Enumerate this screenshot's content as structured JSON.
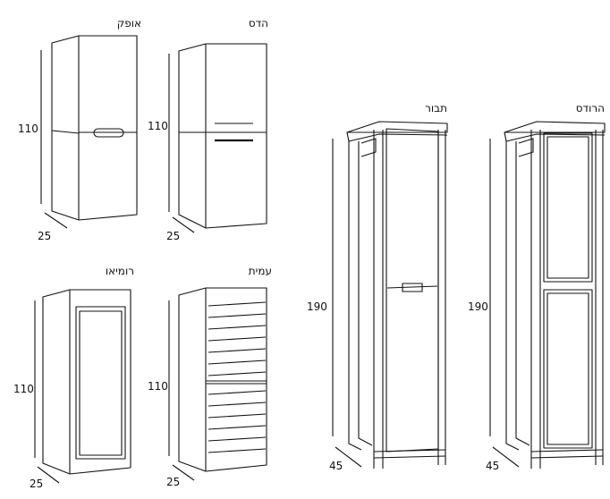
{
  "cabinets": [
    {
      "name": "אופק",
      "height": "110",
      "depth": "25"
    },
    {
      "name": "הדס",
      "height": "110",
      "depth": "25"
    },
    {
      "name": "רומיאו",
      "height": "110",
      "depth": "25"
    },
    {
      "name": "עמית",
      "height": "110",
      "depth": "25"
    },
    {
      "name": "תבור",
      "height": "190",
      "depth": "45"
    },
    {
      "name": "הרודס",
      "height": "190",
      "depth": "45"
    }
  ]
}
